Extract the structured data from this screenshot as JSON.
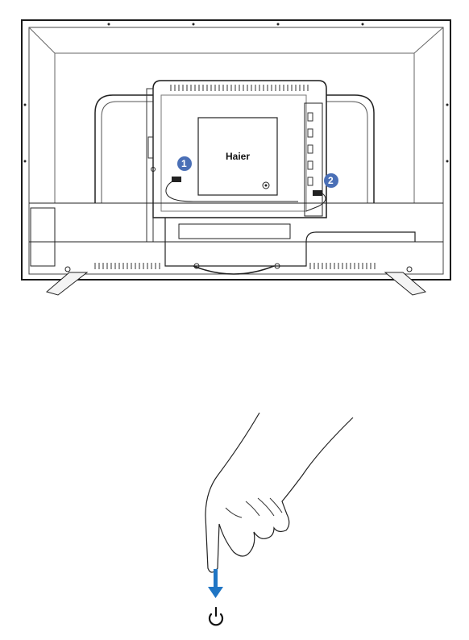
{
  "tv_back": {
    "brand_label": "Haier",
    "callouts": [
      {
        "number": "1"
      },
      {
        "number": "2"
      }
    ],
    "callout_color": "#4a6fb6"
  },
  "power_instruction": {
    "arrow_color": "#1f75c4",
    "icon": "power-icon"
  }
}
